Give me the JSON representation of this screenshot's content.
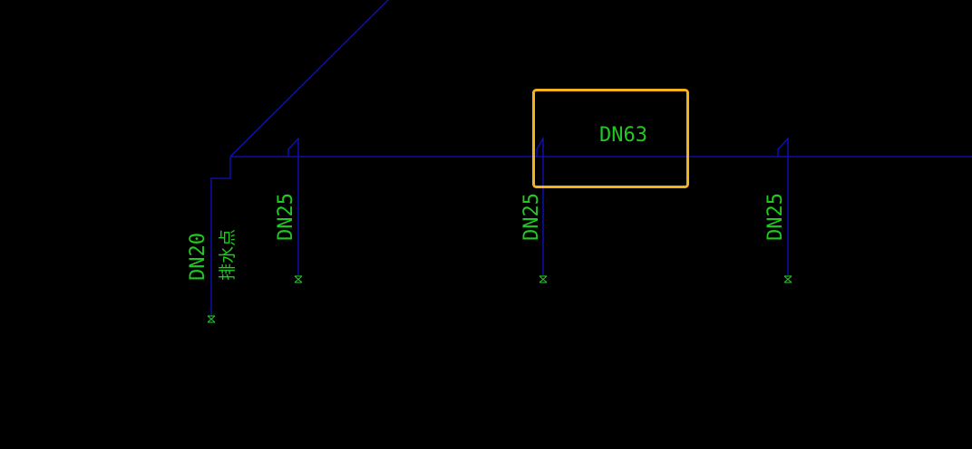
{
  "drawing": {
    "background": "#000000",
    "pipe_color": "#1010c8",
    "text_color": "#22c822",
    "highlight_color": "#f5b21c"
  },
  "labels": {
    "main_pipe": "DN63",
    "branch_1": "DN25",
    "branch_2": "DN25",
    "branch_3": "DN25",
    "drain_size": "DN20",
    "drain_note": "排水点"
  },
  "highlight": {
    "target": "DN63"
  }
}
